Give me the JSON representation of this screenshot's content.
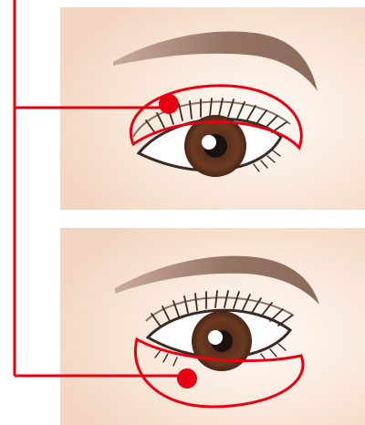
{
  "panels": [
    {
      "id": "upper",
      "highlighted_region": "upper-eyelid"
    },
    {
      "id": "lower",
      "highlighted_region": "lower-eyelid"
    }
  ],
  "colors": {
    "skin_light": "#fdf6f0",
    "skin_mid": "#f7e0cf",
    "skin_shadow": "#f0cdb3",
    "brow": "#9a7b6b",
    "lash": "#3a2a25",
    "sclera": "#ffffff",
    "iris": "#6b3a22",
    "pupil": "#1a1210",
    "highlight": "#ffffff",
    "accent": "#e60012"
  }
}
